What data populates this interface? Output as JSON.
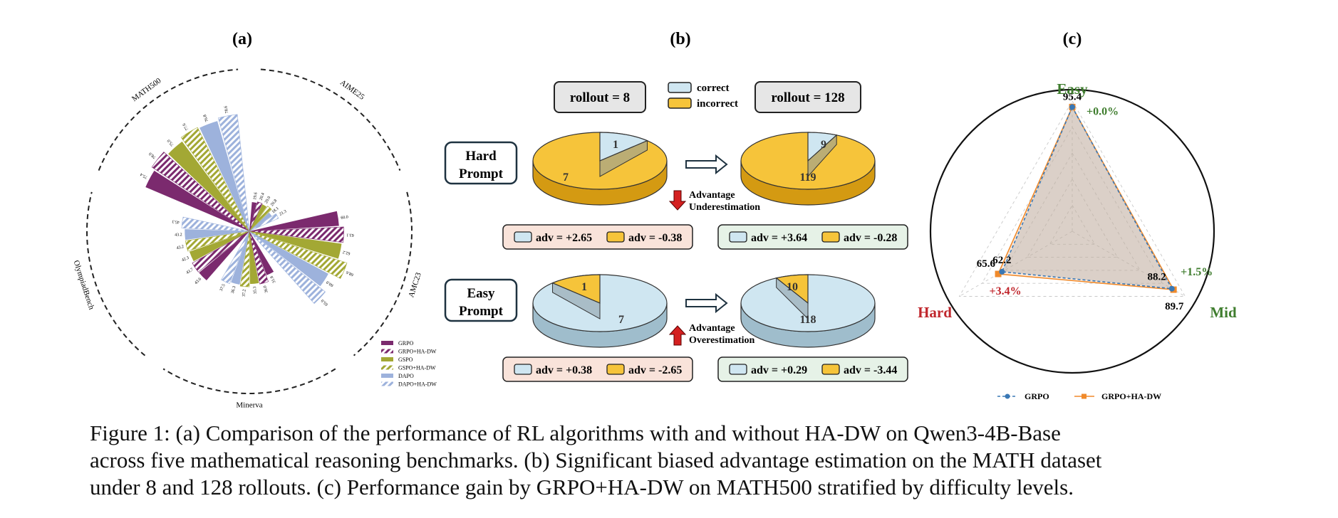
{
  "panels": {
    "a": {
      "label": "(a)",
      "chart_data": {
        "type": "radial-bar",
        "benchmarks": [
          "MATH500",
          "AIME25",
          "AMC23",
          "Minerva",
          "OlympiadBench"
        ],
        "series": [
          {
            "name": "GRPO",
            "values": [
              75.4,
              19.6,
              60.0,
              31.6,
              43.6
            ]
          },
          {
            "name": "GRPO+HA-DW",
            "values": [
              78.0,
              20.4,
              63.1,
              36.0,
              43.7
            ]
          },
          {
            "name": "GSPO",
            "values": [
              75.0,
              20.0,
              62.2,
              35.3,
              42.3
            ]
          },
          {
            "name": "GSPO+HA-DW",
            "values": [
              77.6,
              20.8,
              68.6,
              37.2,
              43.2
            ]
          },
          {
            "name": "DAPO",
            "values": [
              76.8,
              18.1,
              60.0,
              36.3,
              43.2
            ]
          },
          {
            "name": "DAPO+HA-DW",
            "values": [
              78.6,
              21.3,
              65.0,
              37.5,
              45.3
            ]
          }
        ],
        "colors": {
          "GRPO": "#7b2a6e",
          "GSPO": "#a3a834",
          "DAPO": "#9db2dc"
        }
      }
    },
    "b": {
      "label": "(b)",
      "rollout_left": "rollout = 8",
      "rollout_right": "rollout = 128",
      "legend_correct": "correct",
      "legend_incorrect": "incorrect",
      "hard_label_1": "Hard",
      "hard_label_2": "Prompt",
      "easy_label_1": "Easy",
      "easy_label_2": "Prompt",
      "under_1": "Advantage",
      "under_2": "Underestimation",
      "over_1": "Advantage",
      "over_2": "Overestimation",
      "chart_data": {
        "type": "pie",
        "pies": [
          {
            "prompt": "Hard",
            "rollout": 8,
            "correct": 1,
            "incorrect": 7
          },
          {
            "prompt": "Hard",
            "rollout": 128,
            "correct": 9,
            "incorrect": 119
          },
          {
            "prompt": "Easy",
            "rollout": 8,
            "correct": 7,
            "incorrect": 1
          },
          {
            "prompt": "Easy",
            "rollout": 128,
            "correct": 118,
            "incorrect": 10
          }
        ],
        "colors": {
          "correct": "#cfe6f1",
          "incorrect": "#f6c43a"
        }
      },
      "adv": {
        "hard_8_pos": "adv = +2.65",
        "hard_8_neg": "adv = -0.38",
        "hard_128_pos": "adv = +3.64",
        "hard_128_neg": "adv = -0.28",
        "easy_8_pos": "adv = +0.38",
        "easy_8_neg": "adv = -2.65",
        "easy_128_pos": "adv = +0.29",
        "easy_128_neg": "adv = -3.44"
      }
    },
    "c": {
      "label": "(c)",
      "chart_data": {
        "type": "radar",
        "axes": [
          "Easy",
          "Mid",
          "Hard"
        ],
        "series": [
          {
            "name": "GRPO",
            "values": [
              95.4,
              88.2,
              62.2
            ]
          },
          {
            "name": "GRPO+HA-DW",
            "values": [
              95.4,
              89.7,
              65.6
            ]
          }
        ],
        "gains": [
          "+0.0%",
          "+1.5%",
          "+3.4%"
        ],
        "colors": {
          "GRPO": "#3a78b5",
          "GRPO+HA-DW": "#f08a2b",
          "easy_mid": "#3f7d2e",
          "hard": "#c0262c"
        }
      }
    }
  },
  "caption": {
    "line1": "Figure 1: (a) Comparison of the performance of RL algorithms with and without HA-DW on Qwen3-4B-Base",
    "line2": "across five mathematical reasoning benchmarks. (b) Significant biased advantage estimation on the MATH dataset",
    "line3": "under 8 and 128 rollouts. (c) Performance gain by GRPO+HA-DW on MATH500 stratified by difficulty levels."
  }
}
